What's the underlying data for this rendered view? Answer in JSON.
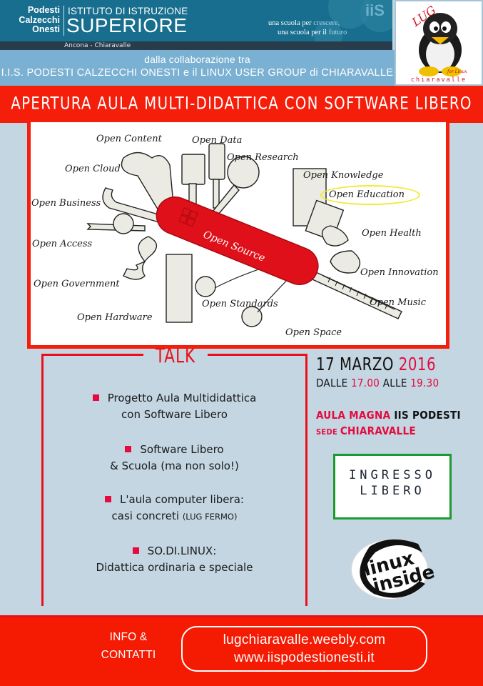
{
  "header": {
    "school_names": [
      "Podesti",
      "Calzecchi",
      "Onesti"
    ],
    "institute_line1": "ISTITUTO DI ISTRUZIONE",
    "institute_line2": "SUPERIORE",
    "location": "Ancona - Chiaravalle",
    "motto_line1_pre": "una scuola per ",
    "motto_line1_hl": "crescere,",
    "motto_line2_pre": "una scuola per il ",
    "motto_line2_hl": "futuro",
    "iis_logo": "iiS",
    "collab_line1": "dalla collaborazione tra",
    "collab_line2": "I.I.S. PODESTI CALZECCHI ONESTI  e il  LINUX USER GROUP di CHIARAVALLE",
    "lug_logo": {
      "top_text": "LUG",
      "tag": "for Linux",
      "bottom_text": "chiaravalle",
      "icon": "tux-penguin-icon"
    }
  },
  "title": "APERTURA AULA MULTI-DIDATTICA CON SOFTWARE LIBERO",
  "illustration": {
    "center_label": "Open Source",
    "labels": [
      "Open Content",
      "Open Data",
      "Open Research",
      "Open Cloud",
      "Open Knowledge",
      "Open Education",
      "Open Business",
      "Open Health",
      "Open Access",
      "Open Innovation",
      "Open Government",
      "Open Music",
      "Open Standards",
      "Open Hardware",
      "Open Space"
    ],
    "highlighted": "Open Education",
    "colors": {
      "knife": "#e0101a",
      "highlight": "#f1ea33"
    }
  },
  "talk": {
    "title": "TALK",
    "items": [
      {
        "line1": "Progetto Aula Multididattica",
        "line2": "con Software Libero",
        "line2_small": ""
      },
      {
        "line1": "Software Libero",
        "line2": "& Scuola (ma non solo!)",
        "line2_small": ""
      },
      {
        "line1": "L'aula computer libera:",
        "line2": "casi concreti ",
        "line2_small": "(LUG FERMO)"
      },
      {
        "line1": "SO.DI.LINUX:",
        "line2": "Didattica ordinaria e speciale",
        "line2_small": ""
      }
    ]
  },
  "event": {
    "date_day_month": "17 MARZO ",
    "date_year": "2016",
    "time_from_label": "DALLE ",
    "time_from": "17.00",
    "time_to_label": " ALLE ",
    "time_to": "19.30",
    "place_room": "AULA MAGNA",
    "place_school": " IIS PODESTI",
    "place_sede": "SEDE ",
    "place_city": "CHIARAVALLE",
    "entry_line1": "INGRESSO",
    "entry_line2": "LIBERO",
    "badge_line1": "linux",
    "badge_line2": "inside"
  },
  "footer": {
    "info_line1": "INFO &",
    "info_line2": "CONTATTI",
    "link1": "lugchiaravalle.weebly.com",
    "link2": "www.iispodestionesti.it"
  },
  "colors": {
    "background": "#c3d6e2",
    "header_blue": "#186e8e",
    "collab_blue": "#7ab0d2",
    "band_red": "#f51e0a",
    "accent_red": "#e60a3f",
    "green_border": "#1b9a2f"
  }
}
